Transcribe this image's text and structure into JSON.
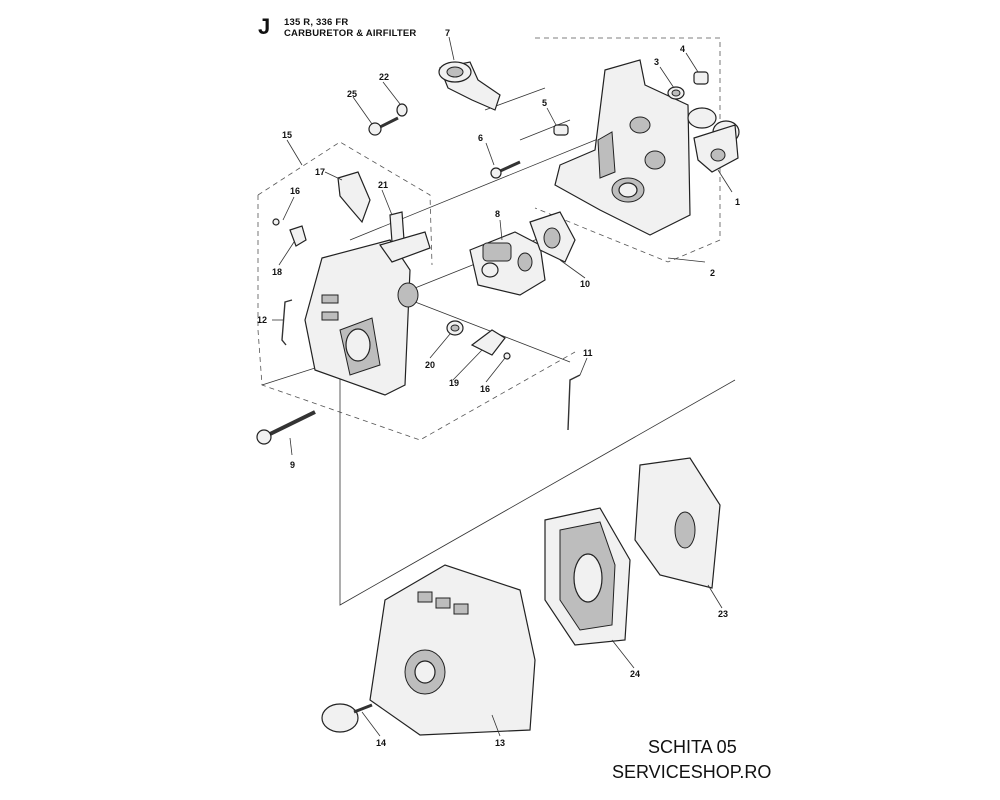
{
  "header": {
    "section_letter": "J",
    "model_line": "135 R, 336 FR",
    "title": "CARBURETOR & AIRFILTER"
  },
  "callouts": [
    "1",
    "2",
    "3",
    "4",
    "5",
    "6",
    "7",
    "8",
    "9",
    "10",
    "11",
    "12",
    "13",
    "14",
    "15",
    "16",
    "16",
    "17",
    "18",
    "19",
    "20",
    "21",
    "22",
    "23",
    "24",
    "25"
  ],
  "footer": {
    "line1": "SCHITA 05",
    "line2": "SERVICESHOP.RO"
  },
  "colors": {
    "ink": "#111111",
    "part_fill": "#f1f1f1",
    "shade": "#bdbdbd"
  }
}
